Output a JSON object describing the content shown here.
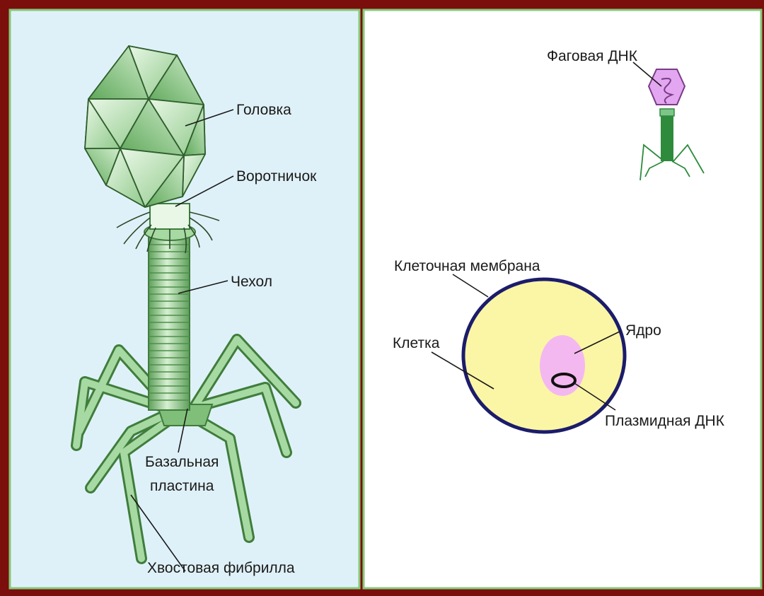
{
  "colors": {
    "frame": "#7a0f0c",
    "left_panel_bg": "#dff1f8",
    "panel_border": "#86c97a",
    "phage_green": "#7fbf7a",
    "phage_green_dark": "#3f7d3c",
    "cell_fill": "#fbf6a6",
    "cell_border": "#1c1c6b",
    "nucleus": "#f4b8f0",
    "small_phage_head": "#e3a6f0",
    "small_phage_tail": "#2e8b3c"
  },
  "left_panel": {
    "labels": {
      "head": "Головка",
      "collar": "Воротничок",
      "sheath": "Чехол",
      "baseplate_line1": "Базальная",
      "baseplate_line2": "пластина",
      "tail_fiber": "Хвостовая фибрилла"
    }
  },
  "right_panel": {
    "labels": {
      "phage_dna": "Фаговая ДНК",
      "cell_membrane": "Клеточная мембрана",
      "cell": "Клетка",
      "nucleus": "Ядро",
      "plasmid_dna": "Плазмидная ДНК"
    }
  }
}
